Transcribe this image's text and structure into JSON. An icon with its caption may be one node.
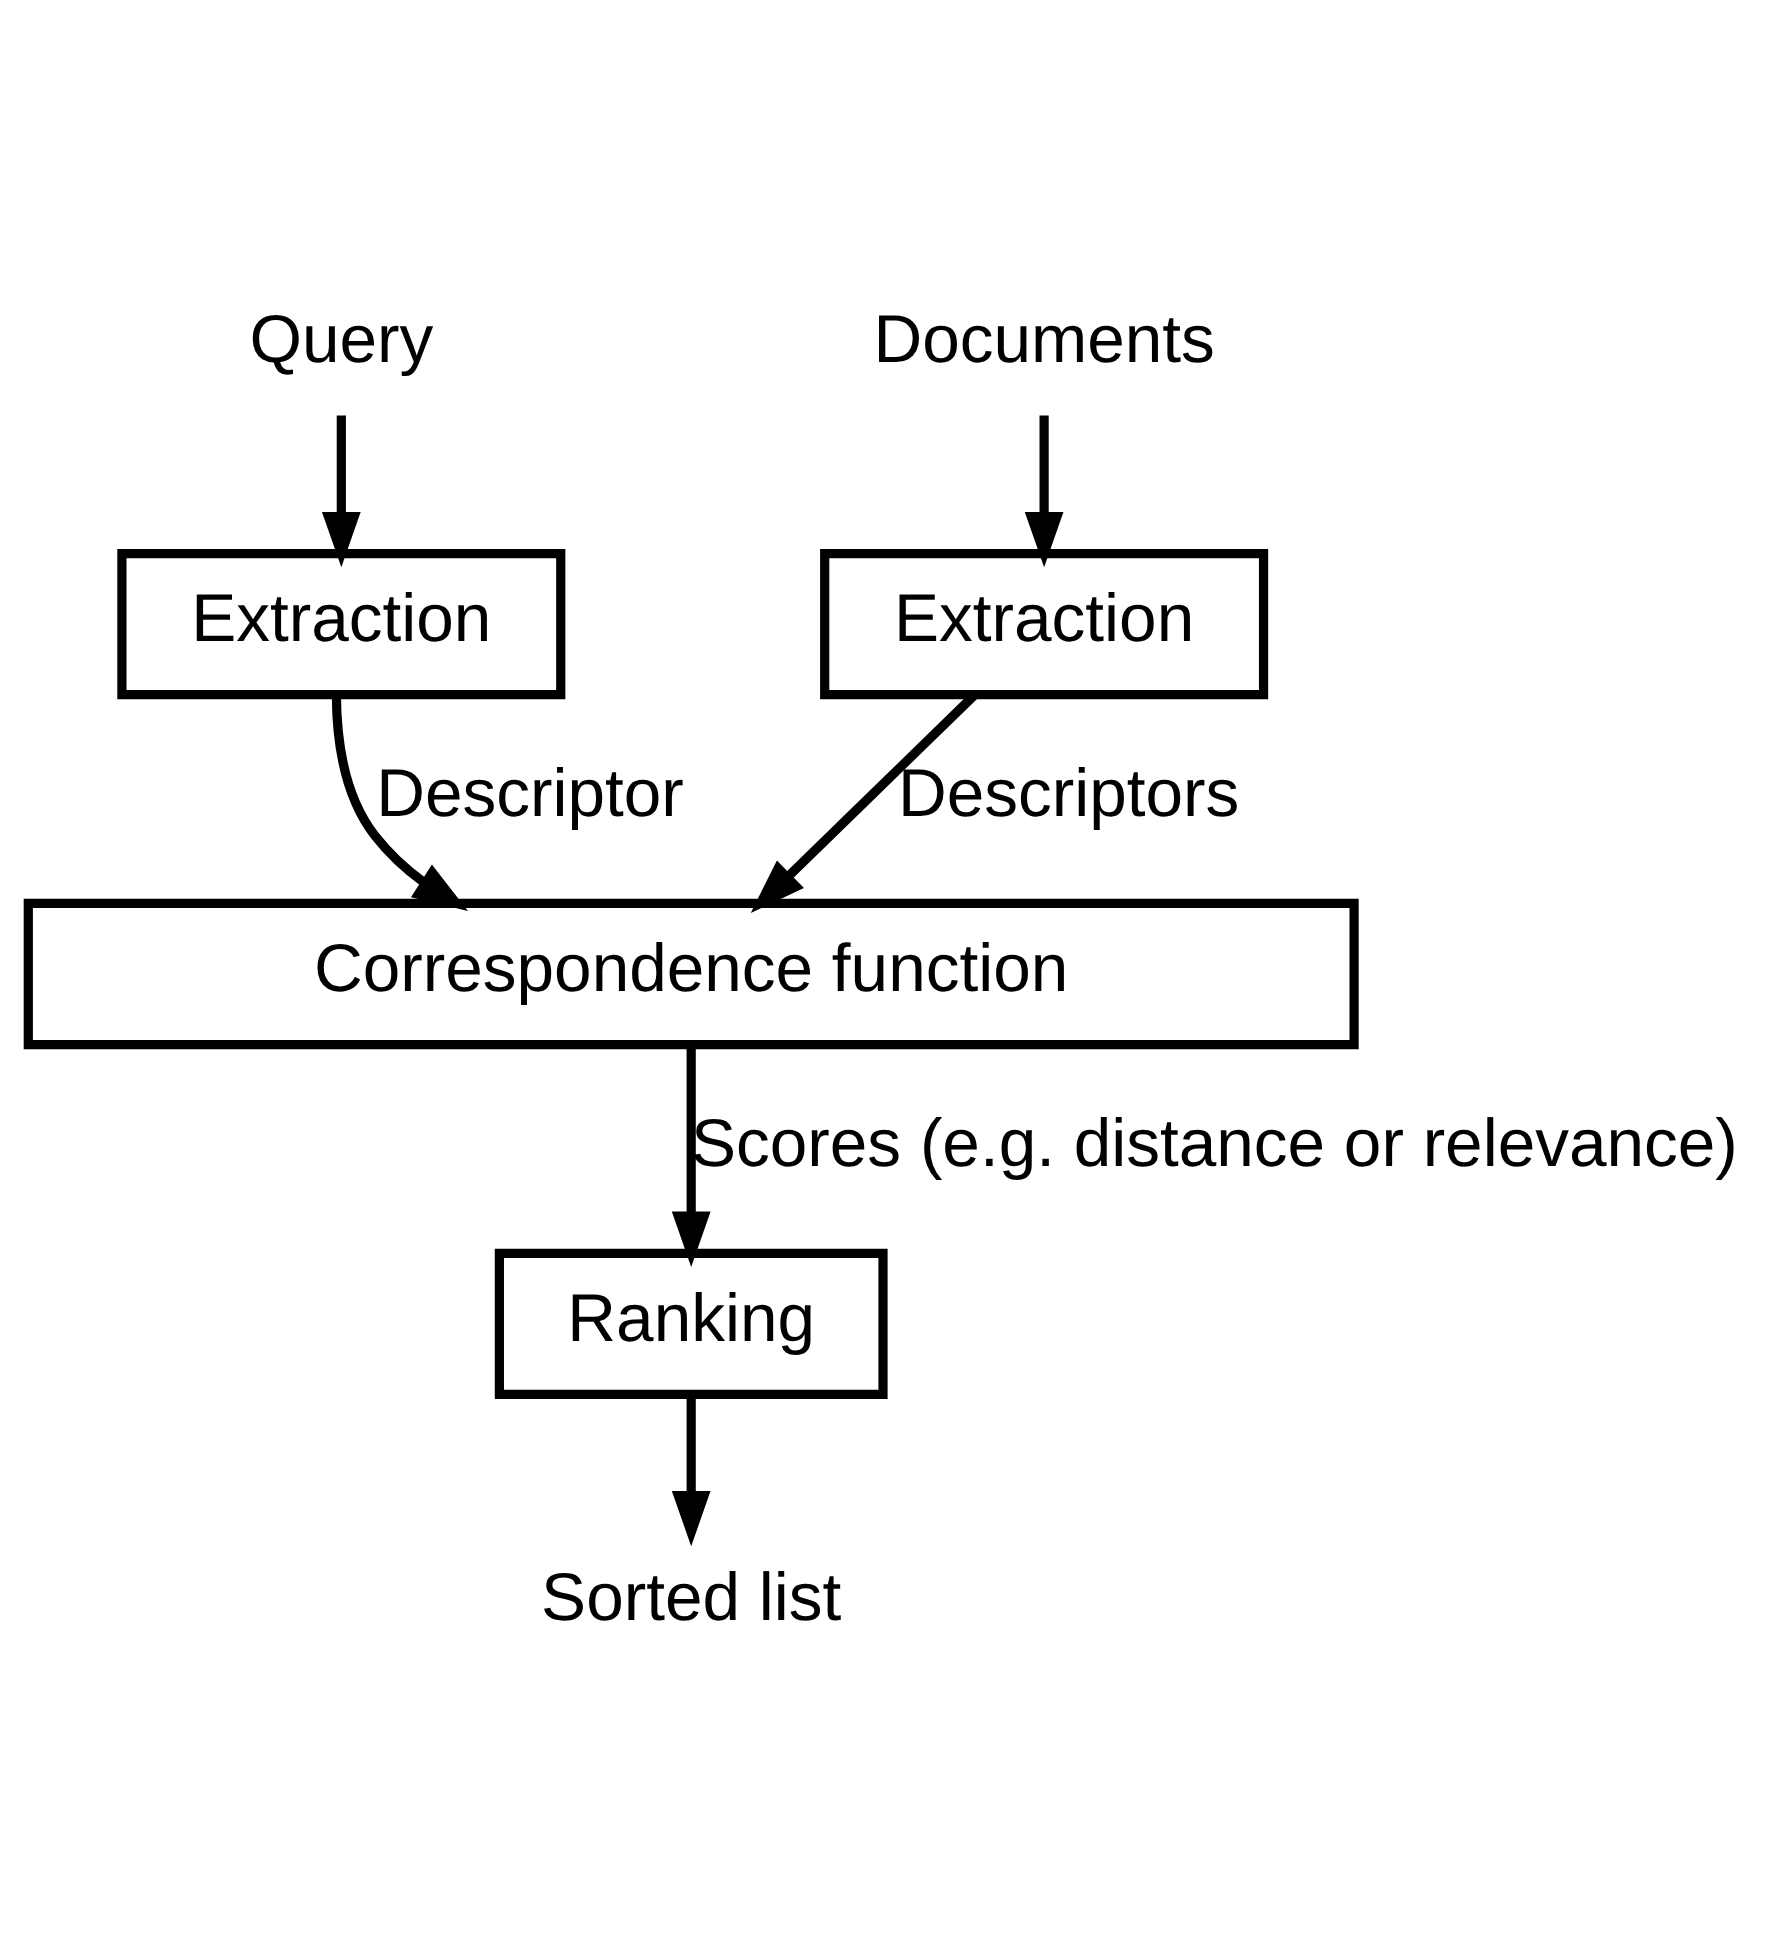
{
  "diagram": {
    "nodes": [
      {
        "text": [
          "Query"
        ]
      },
      {
        "text": [
          "Documents"
        ]
      },
      {
        "text": [
          "Extraction"
        ]
      },
      {
        "text": [
          "Extraction"
        ]
      },
      {
        "text": [
          "Correspondence function"
        ]
      },
      {
        "text": [
          "Ranking"
        ]
      },
      {
        "text": [
          "Sorted list"
        ]
      }
    ],
    "edges": [
      {
        "from": 0,
        "to": 2,
        "arrow": "to"
      },
      {
        "from": 1,
        "to": 3,
        "arrow": "to"
      },
      {
        "from": 2,
        "to": 4,
        "label": "Descriptor",
        "arrow": "to"
      },
      {
        "from": 3,
        "to": 4,
        "label": "Descriptors",
        "arrow": "to"
      },
      {
        "from": 4,
        "to": 5,
        "label": "Scores (e.g. distance or relevance)",
        "arrow": "to"
      },
      {
        "from": 5,
        "to": 6,
        "arrow": "to"
      }
    ]
  }
}
